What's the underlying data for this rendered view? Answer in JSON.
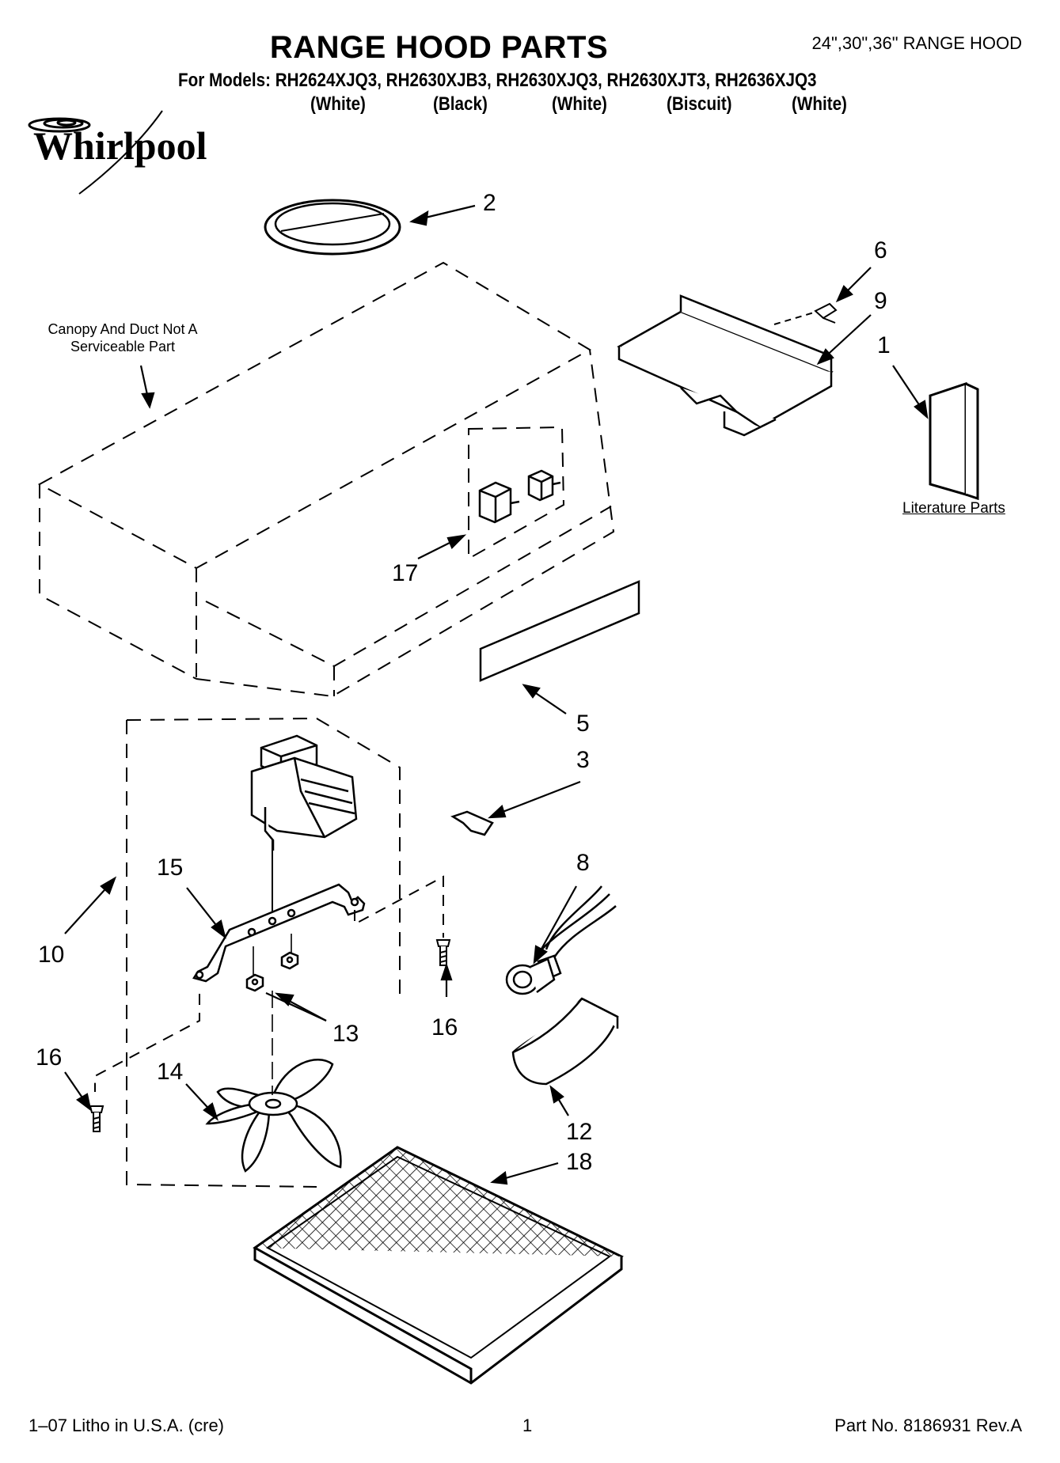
{
  "header": {
    "title": "RANGE HOOD PARTS",
    "subtitle": "24\",30\",36\" RANGE HOOD",
    "models_line": "For Models: RH2624XJQ3, RH2630XJB3, RH2630XJQ3, RH2630XJT3, RH2636XJQ3",
    "colors": [
      "(White)",
      "(Black)",
      "(White)",
      "(Biscuit)",
      "(White)"
    ]
  },
  "brand": {
    "name": "Whirlpool",
    "icon": "whirlpool-swirl-logo"
  },
  "annotations": {
    "canopy_note": "Canopy And Duct Not A Serviceable Part",
    "literature_label": "Literature Parts"
  },
  "parts": {
    "p1": "1",
    "p2": "2",
    "p3": "3",
    "p5": "5",
    "p6": "6",
    "p8": "8",
    "p9": "9",
    "p10": "10",
    "p12": "12",
    "p13": "13",
    "p14": "14",
    "p15": "15",
    "p16a": "16",
    "p16b": "16",
    "p17": "17",
    "p18": "18"
  },
  "footer": {
    "left": "1–07 Litho in U.S.A. (cre)",
    "center": "1",
    "right": "Part No. 8186931 Rev.A"
  }
}
